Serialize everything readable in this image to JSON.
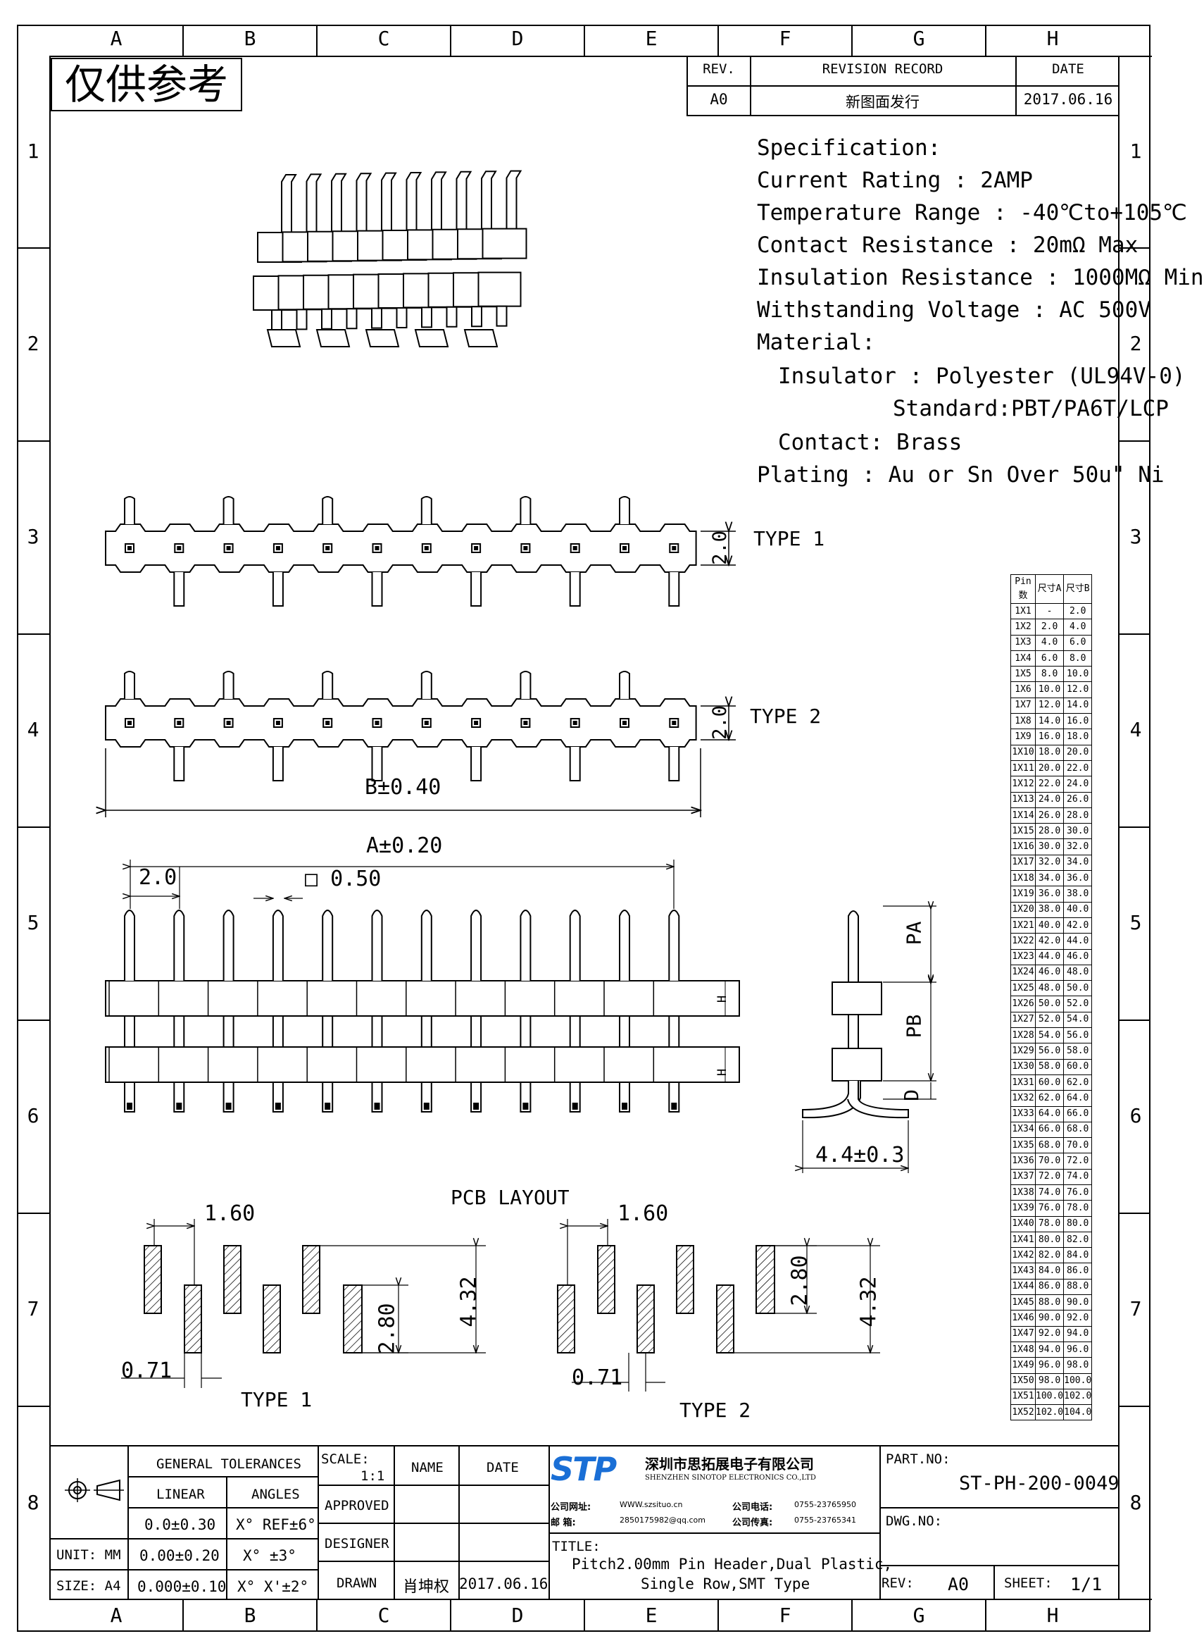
{
  "grid": {
    "columns": [
      "A",
      "B",
      "C",
      "D",
      "E",
      "F",
      "G",
      "H"
    ],
    "rows": [
      "1",
      "2",
      "3",
      "4",
      "5",
      "6",
      "7",
      "8"
    ]
  },
  "stamp": "仅供参考",
  "revision": {
    "rev_header": "REV.",
    "record_header": "REVISION RECORD",
    "date_header": "DATE",
    "rev": "A0",
    "record": "新图面发行",
    "date": "2017.06.16"
  },
  "spec": {
    "title": "Specification:",
    "current": "Current Rating : 2AMP",
    "temperature": "Temperature Range : -40℃to+105℃",
    "contact_res": "Contact Resistance : 20mΩ Max",
    "insulation_res": "Insulation Resistance : 1000MΩ Min",
    "voltage": "Withstanding Voltage : AC 500V",
    "material": "Material:",
    "insulator": "Insulator : Polyester (UL94V-0)",
    "standard": "Standard:PBT/PA6T/LCP",
    "contact": "Contact: Brass",
    "plating": "Plating : Au or Sn Over 50u\" Ni"
  },
  "views": {
    "type1": "TYPE 1",
    "type2": "TYPE 2",
    "dim_20": "2.0",
    "dim_b": "B±0.40",
    "dim_a": "A±0.20",
    "pitch": "2.0",
    "pin_sq": "□ 0.50",
    "h_label": "H",
    "pa": "PA",
    "pb": "PB",
    "d": "D",
    "width_44": "4.4±0.3"
  },
  "pcb": {
    "title": "PCB LAYOUT",
    "type1": "TYPE 1",
    "type2": "TYPE 2",
    "dim_160": "1.60",
    "dim_071": "0.71",
    "dim_280": "2.80",
    "dim_432": "4.32"
  },
  "pin_table": {
    "headers": [
      "Pin数",
      "尺寸A",
      "尺寸B"
    ],
    "rows": [
      [
        "1X1",
        "-",
        "2.0"
      ],
      [
        "1X2",
        "2.0",
        "4.0"
      ],
      [
        "1X3",
        "4.0",
        "6.0"
      ],
      [
        "1X4",
        "6.0",
        "8.0"
      ],
      [
        "1X5",
        "8.0",
        "10.0"
      ],
      [
        "1X6",
        "10.0",
        "12.0"
      ],
      [
        "1X7",
        "12.0",
        "14.0"
      ],
      [
        "1X8",
        "14.0",
        "16.0"
      ],
      [
        "1X9",
        "16.0",
        "18.0"
      ],
      [
        "1X10",
        "18.0",
        "20.0"
      ],
      [
        "1X11",
        "20.0",
        "22.0"
      ],
      [
        "1X12",
        "22.0",
        "24.0"
      ],
      [
        "1X13",
        "24.0",
        "26.0"
      ],
      [
        "1X14",
        "26.0",
        "28.0"
      ],
      [
        "1X15",
        "28.0",
        "30.0"
      ],
      [
        "1X16",
        "30.0",
        "32.0"
      ],
      [
        "1X17",
        "32.0",
        "34.0"
      ],
      [
        "1X18",
        "34.0",
        "36.0"
      ],
      [
        "1X19",
        "36.0",
        "38.0"
      ],
      [
        "1X20",
        "38.0",
        "40.0"
      ],
      [
        "1X21",
        "40.0",
        "42.0"
      ],
      [
        "1X22",
        "42.0",
        "44.0"
      ],
      [
        "1X23",
        "44.0",
        "46.0"
      ],
      [
        "1X24",
        "46.0",
        "48.0"
      ],
      [
        "1X25",
        "48.0",
        "50.0"
      ],
      [
        "1X26",
        "50.0",
        "52.0"
      ],
      [
        "1X27",
        "52.0",
        "54.0"
      ],
      [
        "1X28",
        "54.0",
        "56.0"
      ],
      [
        "1X29",
        "56.0",
        "58.0"
      ],
      [
        "1X30",
        "58.0",
        "60.0"
      ],
      [
        "1X31",
        "60.0",
        "62.0"
      ],
      [
        "1X32",
        "62.0",
        "64.0"
      ],
      [
        "1X33",
        "64.0",
        "66.0"
      ],
      [
        "1X34",
        "66.0",
        "68.0"
      ],
      [
        "1X35",
        "68.0",
        "70.0"
      ],
      [
        "1X36",
        "70.0",
        "72.0"
      ],
      [
        "1X37",
        "72.0",
        "74.0"
      ],
      [
        "1X38",
        "74.0",
        "76.0"
      ],
      [
        "1X39",
        "76.0",
        "78.0"
      ],
      [
        "1X40",
        "78.0",
        "80.0"
      ],
      [
        "1X41",
        "80.0",
        "82.0"
      ],
      [
        "1X42",
        "82.0",
        "84.0"
      ],
      [
        "1X43",
        "84.0",
        "86.0"
      ],
      [
        "1X44",
        "86.0",
        "88.0"
      ],
      [
        "1X45",
        "88.0",
        "90.0"
      ],
      [
        "1X46",
        "90.0",
        "92.0"
      ],
      [
        "1X47",
        "92.0",
        "94.0"
      ],
      [
        "1X48",
        "94.0",
        "96.0"
      ],
      [
        "1X49",
        "96.0",
        "98.0"
      ],
      [
        "1X50",
        "98.0",
        "100.0"
      ],
      [
        "1X51",
        "100.0",
        "102.0"
      ],
      [
        "1X52",
        "102.0",
        "104.0"
      ]
    ]
  },
  "title_block": {
    "gen_tol": "GENERAL TOLERANCES",
    "linear": "LINEAR",
    "angles": "ANGLES",
    "lin1": "0.0±0.30",
    "ang1": "X° REF±6°",
    "unit": "UNIT: MM",
    "lin2": "0.00±0.20",
    "ang2": "X° ±3°",
    "size": "SIZE: A4",
    "lin3": "0.000±0.10",
    "ang3": "X° X'±2°",
    "scale_label": "SCALE:",
    "scale": "1:1",
    "name": "NAME",
    "date": "DATE",
    "approved": "APPROVED",
    "designer": "DESIGNER",
    "drawn": "DRAWN",
    "drawn_name": "肖坤权",
    "drawn_date": "2017.06.16",
    "company_logo": "STP",
    "company_cn": "深圳市思拓展电子有限公司",
    "company_en": "SHENZHEN SINOTOP ELECTRONICS CO.,LTD",
    "web_label": "公司网址:",
    "web": "WWW.szsituo.cn",
    "mail_label": "邮 箱:",
    "mail": "2850175982@qq.com",
    "tel_label": "公司电话:",
    "tel": "0755-23765950",
    "fax_label": "公司传真:",
    "fax": "0755-23765341",
    "title_label": "TITLE:",
    "title1": "Pitch2.00mm Pin Header,Dual Plastic,",
    "title2": "Single Row,SMT Type",
    "part_label": "PART.NO:",
    "part_no": "ST-PH-200-0049",
    "dwg_label": "DWG.NO:",
    "rev_label": "REV:",
    "rev": "A0",
    "sheet_label": "SHEET:",
    "sheet": "1/1"
  }
}
